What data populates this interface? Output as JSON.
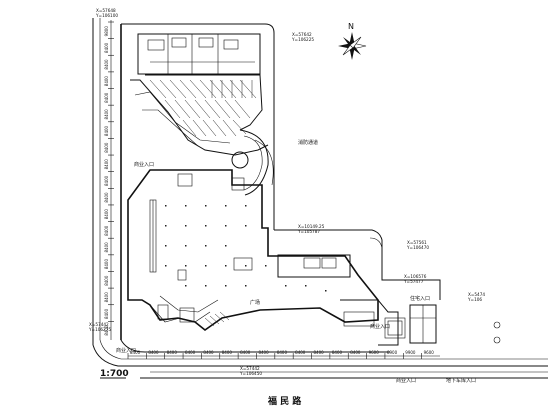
{
  "scale": "1:700",
  "compass": {
    "label": "N"
  },
  "street": {
    "name": "福 民 路"
  },
  "labels": {
    "entrance_upper_left": "商业入口",
    "fire_lane": "消防通道",
    "entrance_residential": "住宅入口",
    "entrance_mid": "商业入口",
    "entrance_bottom_left": "商业入口",
    "entrance_bottom_center": "商业入口",
    "entrance_ramp": "地下车库入口",
    "square": "广场"
  },
  "coordinates": {
    "top_left": [
      "X=57648",
      "Y=106100"
    ],
    "top_center": [
      "X=57642",
      "Y=106225"
    ],
    "mid_center": [
      "X=10149.25",
      "Y=105787"
    ],
    "right_a": [
      "X=57561",
      "Y=106470"
    ],
    "right_b": [
      "X=106576",
      "Y=57477"
    ],
    "right_c": [
      "X=5474",
      "Y=106"
    ],
    "left_bottom": [
      "X=57442",
      "Y=106275"
    ],
    "bottom_center": [
      "X=57442",
      "Y=106450"
    ]
  },
  "left_dims": [
    "9800",
    "8400",
    "8400",
    "8400",
    "8400",
    "8400",
    "8400",
    "8400",
    "8400",
    "8400",
    "8400",
    "8400",
    "8400",
    "8400",
    "8400",
    "8400",
    "8400",
    "8400",
    "8400"
  ],
  "bottom_dims": [
    "8400",
    "8400",
    "8400",
    "8400",
    "8400",
    "8400",
    "8400",
    "8400",
    "8400",
    "8400",
    "8400",
    "8400",
    "8400",
    "9600",
    "8900",
    "9900",
    "9600"
  ]
}
